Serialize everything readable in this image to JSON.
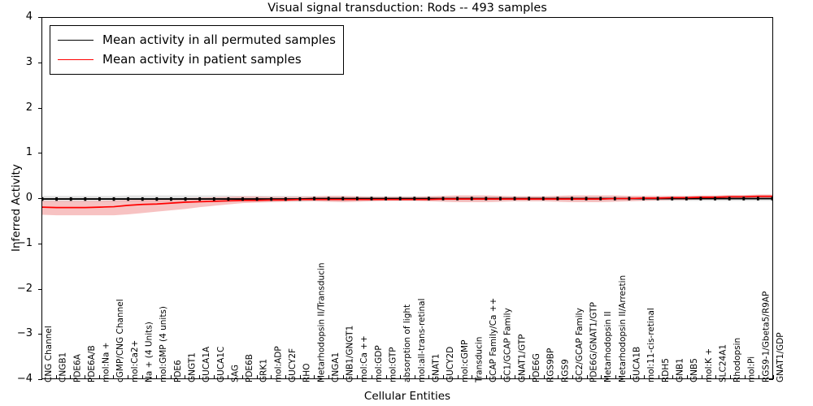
{
  "chart_data": {
    "type": "line",
    "title": "Visual signal transduction: Rods -- 493 samples",
    "xlabel": "Cellular Entities",
    "ylabel": "Inferred Activity",
    "ylim": [
      -4,
      4
    ],
    "yticks": [
      "-4",
      "-3",
      "-2",
      "-1",
      "0",
      "1",
      "2",
      "3",
      "4"
    ],
    "grid": false,
    "legend_position": "upper left",
    "colors": {
      "permuted_line": "#000000",
      "permuted_band": "#cccccc",
      "patient_line": "#ff0000",
      "patient_band": "#f4a8a8",
      "axis": "#000000",
      "background": "#ffffff"
    },
    "categories": [
      "CNG Channel",
      "CNGB1",
      "PDE6A",
      "PDE6A/B",
      "mol:Na +",
      "cGMP/CNG Channel",
      "mol:Ca2+",
      "Na + (4 Units)",
      "mol:GMP (4 units)",
      "PDE6",
      "GNGT1",
      "GUCA1A",
      "GUCA1C",
      "SAG",
      "PDE6B",
      "GRK1",
      "mol:ADP",
      "GUCY2F",
      "RHO",
      "Metarhodopsin II/Transducin",
      "CNGA1",
      "GNB1/GNGT1",
      "mol:Ca ++",
      "mol:GDP",
      "mol:GTP",
      "absorption of light",
      "mol:all-trans-retinal",
      "GNAT1",
      "GUCY2D",
      "mol:cGMP",
      "Transducin",
      "GCAP Family/Ca ++",
      "GC1/GCAP Family",
      "GNAT1/GTP",
      "PDE6G",
      "RGS9BP",
      "RGS9",
      "GC2/GCAP Family",
      "PDE6G/GNAT1/GTP",
      "Metarhodopsin II",
      "Metarhodopsin II/Arrestin",
      "GUCA1B",
      "mol:11-cis-retinal",
      "RDH5",
      "GNB1",
      "GNB5",
      "mol:K +",
      "SLC24A1",
      "Rhodopsin",
      "mol:Pi",
      "RGS9-1/Gbeta5/R9AP",
      "GNAT1/GDP"
    ],
    "series": [
      {
        "name": "Mean activity in all permuted samples",
        "color": "#000000",
        "values": [
          -0.02,
          -0.02,
          -0.02,
          -0.02,
          -0.02,
          -0.02,
          -0.02,
          -0.02,
          -0.02,
          -0.02,
          -0.02,
          -0.02,
          -0.02,
          -0.02,
          -0.02,
          -0.02,
          -0.02,
          -0.02,
          -0.02,
          -0.01,
          -0.01,
          -0.01,
          -0.01,
          -0.01,
          -0.01,
          -0.01,
          -0.01,
          -0.01,
          -0.01,
          -0.01,
          -0.01,
          -0.01,
          -0.01,
          -0.01,
          -0.01,
          -0.01,
          -0.01,
          -0.01,
          -0.01,
          -0.01,
          -0.01,
          -0.01,
          -0.01,
          -0.01,
          -0.01,
          -0.01,
          -0.01,
          -0.01,
          -0.01,
          -0.01,
          -0.01,
          -0.01
        ],
        "band_lower": [
          -0.09,
          -0.09,
          -0.09,
          -0.09,
          -0.09,
          -0.09,
          -0.09,
          -0.09,
          -0.09,
          -0.09,
          -0.09,
          -0.09,
          -0.09,
          -0.09,
          -0.08,
          -0.08,
          -0.08,
          -0.08,
          -0.08,
          -0.07,
          -0.07,
          -0.07,
          -0.06,
          -0.06,
          -0.06,
          -0.06,
          -0.06,
          -0.06,
          -0.06,
          -0.06,
          -0.06,
          -0.06,
          -0.06,
          -0.06,
          -0.06,
          -0.06,
          -0.06,
          -0.06,
          -0.06,
          -0.06,
          -0.06,
          -0.06,
          -0.06,
          -0.06,
          -0.06,
          -0.06,
          -0.06,
          -0.06,
          -0.06,
          -0.06,
          -0.06,
          -0.06
        ],
        "band_upper": [
          0.05,
          0.05,
          0.05,
          0.05,
          0.05,
          0.05,
          0.06,
          0.06,
          0.06,
          0.06,
          0.06,
          0.06,
          0.06,
          0.06,
          0.05,
          0.05,
          0.05,
          0.05,
          0.05,
          0.04,
          0.04,
          0.04,
          0.04,
          0.04,
          0.04,
          0.04,
          0.04,
          0.04,
          0.04,
          0.04,
          0.04,
          0.04,
          0.04,
          0.04,
          0.04,
          0.04,
          0.04,
          0.04,
          0.04,
          0.04,
          0.04,
          0.04,
          0.04,
          0.04,
          0.04,
          0.04,
          0.04,
          0.04,
          0.04,
          0.04,
          0.04,
          0.04
        ]
      },
      {
        "name": "Mean activity in patient samples",
        "color": "#ff0000",
        "values": [
          -0.2,
          -0.21,
          -0.21,
          -0.21,
          -0.2,
          -0.19,
          -0.16,
          -0.14,
          -0.13,
          -0.11,
          -0.09,
          -0.08,
          -0.07,
          -0.06,
          -0.05,
          -0.05,
          -0.04,
          -0.04,
          -0.03,
          -0.03,
          -0.03,
          -0.03,
          -0.03,
          -0.03,
          -0.03,
          -0.03,
          -0.03,
          -0.03,
          -0.02,
          -0.02,
          -0.02,
          -0.02,
          -0.02,
          -0.02,
          -0.02,
          -0.02,
          -0.02,
          -0.02,
          -0.02,
          -0.02,
          -0.01,
          -0.01,
          0.0,
          0.0,
          0.01,
          0.01,
          0.02,
          0.02,
          0.03,
          0.03,
          0.04,
          0.04
        ],
        "band_lower": [
          -0.37,
          -0.38,
          -0.38,
          -0.38,
          -0.38,
          -0.38,
          -0.36,
          -0.33,
          -0.3,
          -0.27,
          -0.24,
          -0.2,
          -0.17,
          -0.14,
          -0.11,
          -0.1,
          -0.09,
          -0.08,
          -0.07,
          -0.07,
          -0.08,
          -0.09,
          -0.08,
          -0.07,
          -0.06,
          -0.06,
          -0.06,
          -0.07,
          -0.08,
          -0.09,
          -0.09,
          -0.09,
          -0.08,
          -0.07,
          -0.07,
          -0.07,
          -0.08,
          -0.09,
          -0.09,
          -0.09,
          -0.08,
          -0.07,
          -0.06,
          -0.05,
          -0.04,
          -0.04,
          -0.03,
          -0.03,
          -0.02,
          -0.01,
          0.0,
          0.0
        ],
        "band_upper": [
          -0.06,
          -0.06,
          -0.06,
          -0.06,
          -0.06,
          -0.05,
          -0.04,
          -0.03,
          -0.02,
          -0.01,
          0.0,
          0.01,
          0.02,
          0.03,
          0.04,
          0.04,
          0.03,
          0.03,
          0.03,
          0.04,
          0.05,
          0.05,
          0.04,
          0.03,
          0.03,
          0.03,
          0.03,
          0.04,
          0.05,
          0.06,
          0.06,
          0.06,
          0.05,
          0.04,
          0.04,
          0.04,
          0.05,
          0.06,
          0.06,
          0.06,
          0.06,
          0.05,
          0.05,
          0.05,
          0.05,
          0.05,
          0.06,
          0.06,
          0.07,
          0.07,
          0.08,
          0.08
        ]
      }
    ]
  },
  "legend": {
    "items": [
      {
        "label": "Mean activity in all permuted samples",
        "color": "#000000"
      },
      {
        "label": "Mean activity in patient samples",
        "color": "#ff0000"
      }
    ]
  }
}
